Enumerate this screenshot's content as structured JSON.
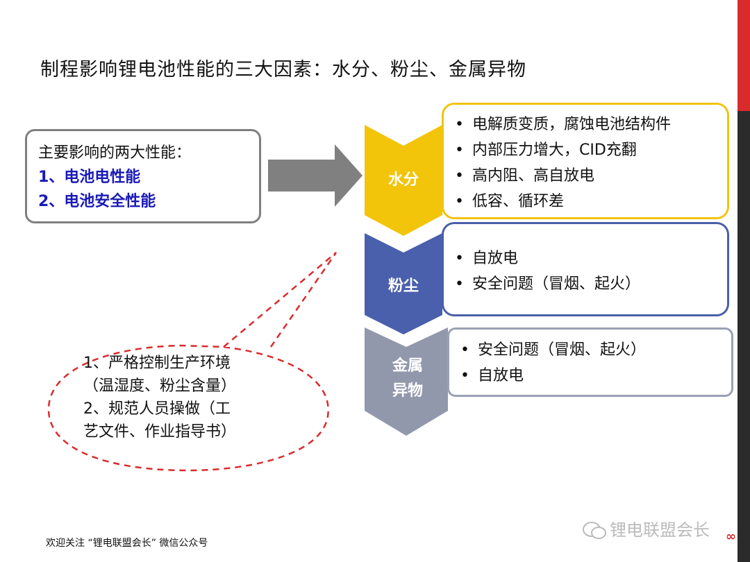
{
  "title": "制程影响锂电池性能的三大因素：水分、粉尘、金属异物",
  "left_box": {
    "heading": "主要影响的两大性能：",
    "items": [
      "1、电池电性能",
      "2、电池安全性能"
    ]
  },
  "factors": [
    {
      "label_lines": [
        "水分"
      ],
      "color": "#f2c40a",
      "effects": [
        "电解质变质，腐蚀电池结构件",
        "内部压力增大，CID充翻",
        "高内阻、高自放电",
        "低容、循环差"
      ]
    },
    {
      "label_lines": [
        "粉尘"
      ],
      "color": "#4a60ac",
      "effects": [
        "自放电",
        "安全问题（冒烟、起火）"
      ]
    },
    {
      "label_lines": [
        "金属",
        "异物"
      ],
      "color": "#9298ac",
      "effects": [
        "安全问题（冒烟、起火）",
        "自放电"
      ]
    }
  ],
  "measures": [
    "1、严格控制生产环境",
    "（温湿度、粉尘含量）",
    "2、规范人员操做（工",
    "艺文件、作业指导书）"
  ],
  "footer": "欢迎关注 “锂电联盟会长” 微信公众号",
  "watermark": "锂电联盟会长",
  "logo_text": "∞",
  "colors": {
    "accent_red": "#d92b2b",
    "arrow_gray": "#808080",
    "bubble_dash": "#d92b2b"
  }
}
